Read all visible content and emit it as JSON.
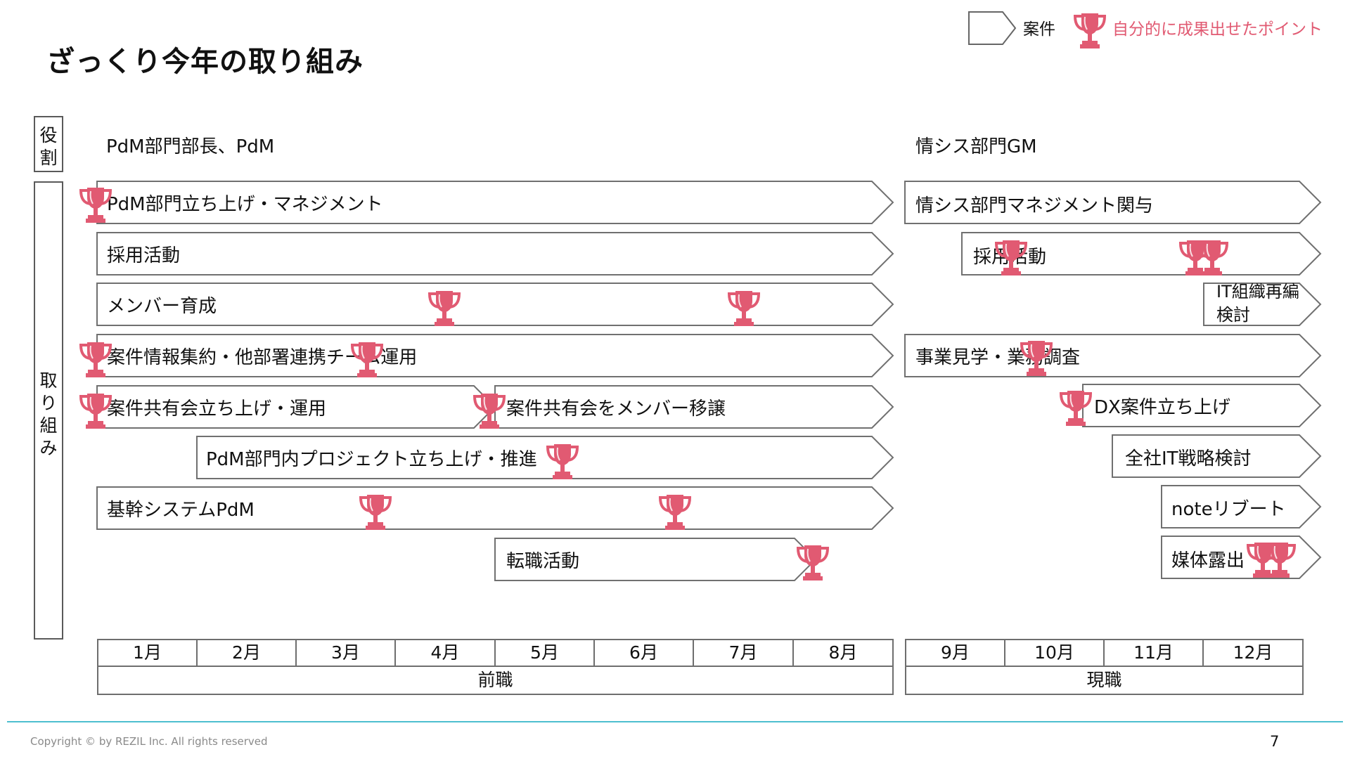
{
  "title": "ざっくり今年の取り組み",
  "legend": {
    "case_label": "案件",
    "point_label": "自分的に成果出せたポイント",
    "point_color": "#e15a72",
    "case_icon": "pentagon-arrow-icon",
    "point_icon": "trophy-icon"
  },
  "side_labels": {
    "role": [
      "役",
      "割"
    ],
    "initiatives": [
      "取",
      "り",
      "組",
      "み"
    ]
  },
  "roles": {
    "previous": "PdM部門部長、PdM",
    "current": "情シス部門GM"
  },
  "bars": [
    {
      "label": "PdM部門立ち上げ・マネジメント"
    },
    {
      "label": "採用活動"
    },
    {
      "label": "メンバー育成"
    },
    {
      "label": "案件情報集約・他部署連携チーム運用"
    },
    {
      "label": "案件共有会立ち上げ・運用"
    },
    {
      "label": "案件共有会をメンバー移譲"
    },
    {
      "label": "PdM部門内プロジェクト立ち上げ・推進"
    },
    {
      "label": "基幹システムPdM"
    },
    {
      "label": "転職活動"
    },
    {
      "label": "情シス部門マネジメント関与"
    },
    {
      "label": "採用活動"
    },
    {
      "label": "IT組織再編検討"
    },
    {
      "label": "事業見学・業務調査"
    },
    {
      "label": "DX案件立ち上げ"
    },
    {
      "label": "全社IT戦略検討"
    },
    {
      "label": "noteリブート"
    },
    {
      "label": "媒体露出"
    }
  ],
  "timeline": {
    "months": [
      "1月",
      "2月",
      "3月",
      "4月",
      "5月",
      "6月",
      "7月",
      "8月",
      "9月",
      "10月",
      "11月",
      "12月"
    ],
    "periods": [
      "前職",
      "現職"
    ]
  },
  "footer": {
    "copyright": "Copyright © by REZIL Inc. All rights reserved",
    "page_number": "7",
    "line_color": "#4dbfcf"
  }
}
